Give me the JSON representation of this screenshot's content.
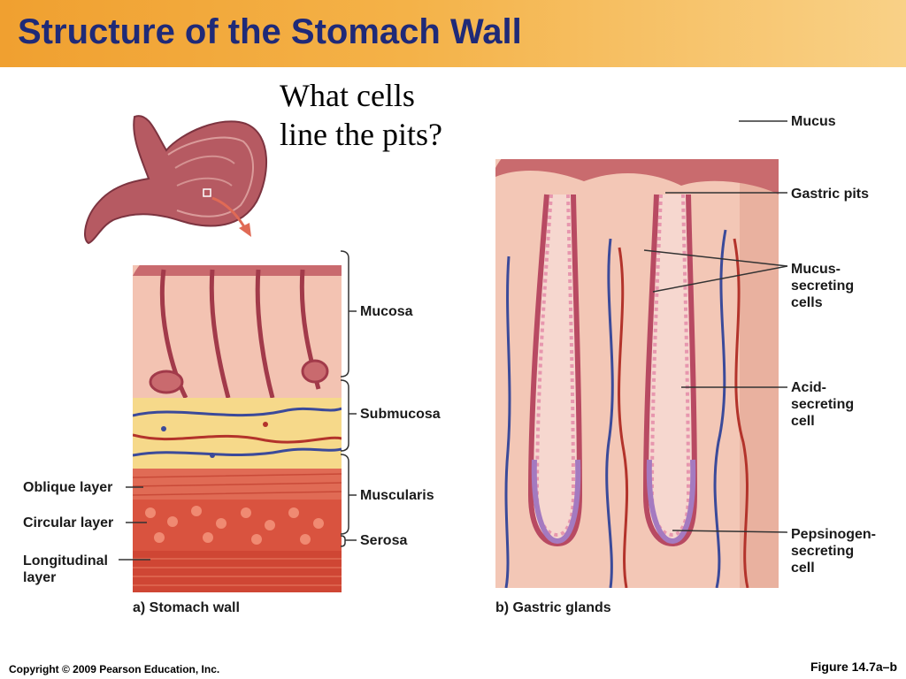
{
  "title": "Structure of the Stomach Wall",
  "question": [
    "What cells",
    "line the pits?"
  ],
  "panel_a": {
    "caption": "a) Stomach wall",
    "labels": {
      "mucosa": "Mucosa",
      "submucosa": "Submucosa",
      "muscularis": "Muscularis",
      "serosa": "Serosa",
      "oblique": "Oblique layer",
      "circular": "Circular layer",
      "longitudinal": [
        "Longitudinal",
        "layer"
      ]
    }
  },
  "panel_b": {
    "caption": "b) Gastric glands",
    "labels": {
      "mucus": "Mucus",
      "gastric_pits": "Gastric pits",
      "mucus_secreting": [
        "Mucus-",
        "secreting",
        "cells"
      ],
      "acid_secreting": [
        "Acid-",
        "secreting",
        "cell"
      ],
      "pepsinogen_secreting": [
        "Pepsinogen-",
        "secreting",
        "cell"
      ]
    }
  },
  "footer": {
    "copyright": "Copyright © 2009 Pearson Education, Inc.",
    "figure": "Figure 14.7a–b"
  },
  "colors": {
    "title_text": "#1f2a78",
    "title_bar_start": "#f0a030",
    "title_bar_end": "#f9d187",
    "mucosa_pink": "#f3c3b2",
    "muscle_red": "#d9533f",
    "submucosa_yellow": "#f6d98a"
  }
}
